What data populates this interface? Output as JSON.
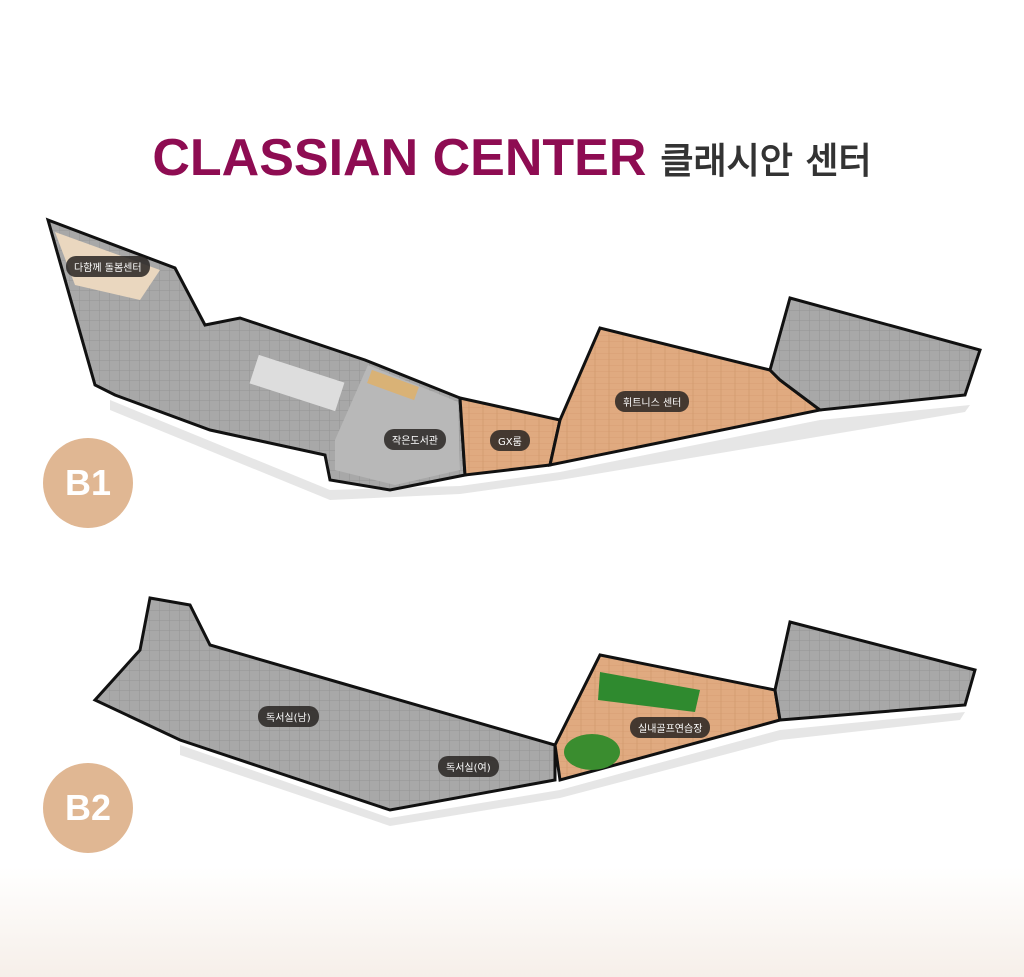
{
  "title": {
    "en": "CLASSIAN CENTER",
    "ko": "클래시안 센터"
  },
  "floors": [
    {
      "badge": "B1",
      "rooms": [
        "다함께 돌봄센터",
        "작은도서관",
        "GX룸",
        "휘트니스 센터"
      ]
    },
    {
      "badge": "B2",
      "rooms": [
        "독서실(남)",
        "독서실(여)",
        "실내골프연습장"
      ]
    }
  ],
  "colors": {
    "title": "#8e0c52",
    "badge": "#e0b793",
    "floor_gray": "#9a9a9a",
    "wood": "#dca57a"
  }
}
